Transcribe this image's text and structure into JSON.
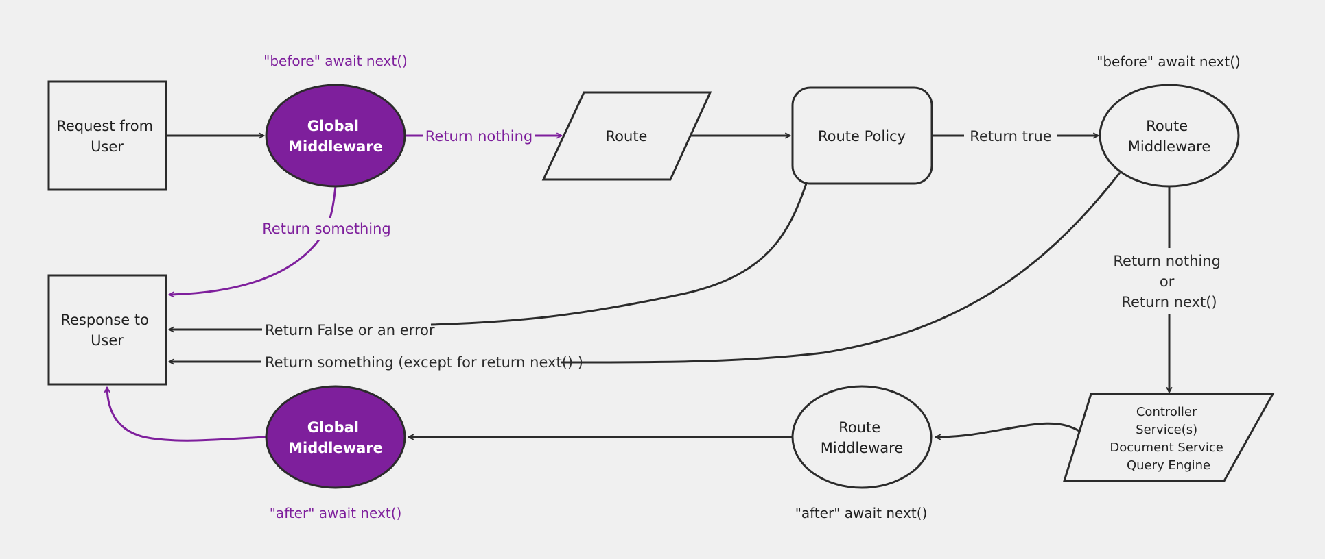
{
  "colors": {
    "background": "#f0f0f0",
    "accent": "#7e1f9c",
    "stroke": "#2b2b2b"
  },
  "nodes": {
    "request": [
      "Request from",
      "User"
    ],
    "global_mw_before": [
      "Global",
      "Middleware"
    ],
    "route": "Route",
    "route_policy": "Route Policy",
    "route_mw_before": [
      "Route",
      "Middleware"
    ],
    "response": [
      "Response to",
      "User"
    ],
    "controller": [
      "Controller",
      "Service(s)",
      "Document Service",
      "Query Engine"
    ],
    "route_mw_after": [
      "Route",
      "Middleware"
    ],
    "global_mw_after": [
      "Global",
      "Middleware"
    ]
  },
  "notes": {
    "global_before": "\"before\" await next()",
    "route_before": "\"before\" await next()",
    "global_after": "\"after\" await next()",
    "route_after": "\"after\" await next()"
  },
  "edges": {
    "global_to_route": "Return nothing",
    "global_to_response": "Return something",
    "policy_to_route_mw": "Return true",
    "policy_to_response": "Return False or an error",
    "route_mw_to_response": "Return something (except for return next() )",
    "route_mw_to_controller": [
      "Return nothing",
      "or",
      "Return next()"
    ]
  }
}
